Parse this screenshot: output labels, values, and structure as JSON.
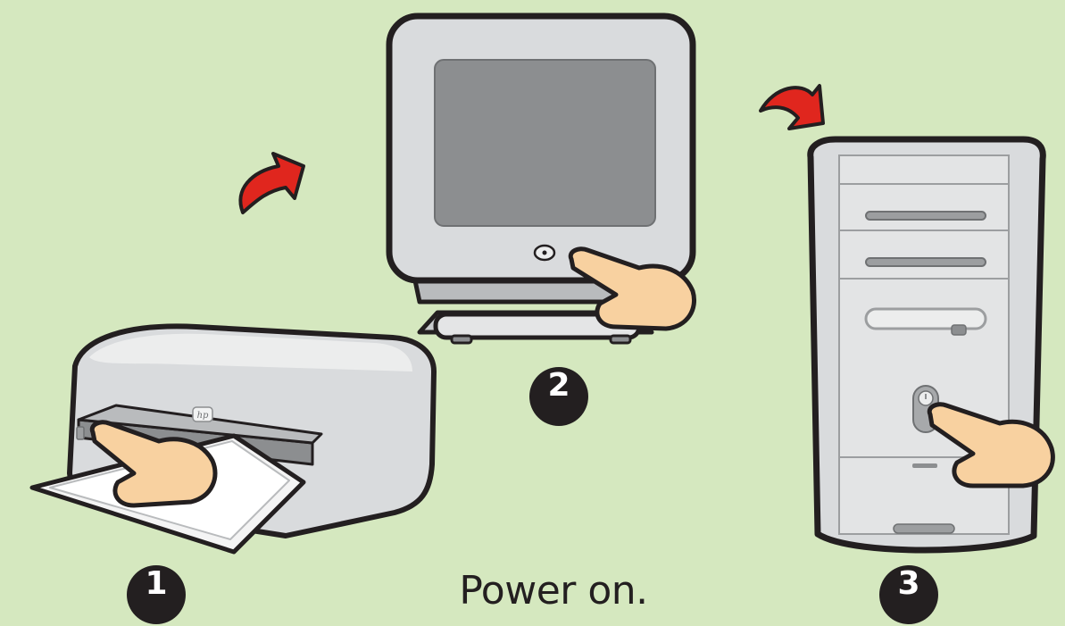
{
  "caption": "Power on.",
  "steps": [
    {
      "number": "1",
      "device": "printer"
    },
    {
      "number": "2",
      "device": "monitor"
    },
    {
      "number": "3",
      "device": "computer tower"
    }
  ],
  "brand_mark": "hp",
  "colors": {
    "background": "#d5e8bf",
    "arrow": "#e0261e",
    "hand": "#f8d1a0",
    "outline": "#231f20",
    "device": "#d9dbdd",
    "screen": "#8c8e90"
  },
  "icons": [
    "curved-arrow-icon",
    "pointing-hand-icon",
    "power-button-icon",
    "hp-logo-icon"
  ]
}
